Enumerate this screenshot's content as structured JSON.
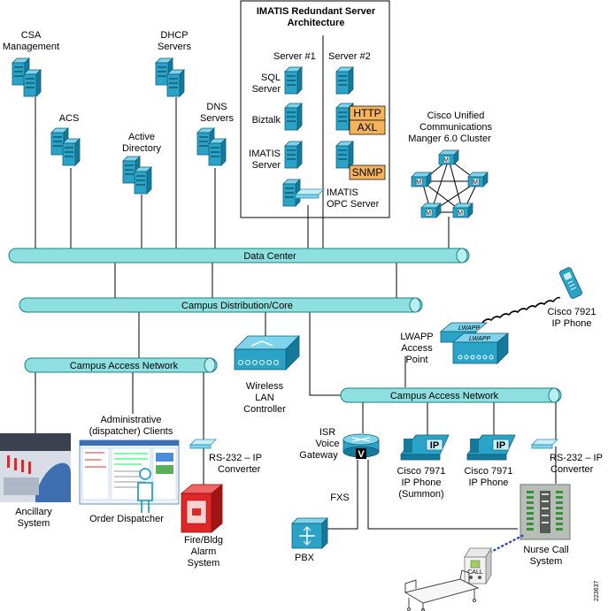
{
  "colors": {
    "bus_fill": "#8ee0e0",
    "bus_stroke": "#1a7f86",
    "device_fill": "#2aa3c6",
    "device_dark": "#157a99",
    "service_tag": "#f3b35a",
    "link": "#000000",
    "wireless_link": "#1f3fbf"
  },
  "labels": {
    "csa": [
      "CSA",
      "Management"
    ],
    "dhcp": [
      "DHCP",
      "Servers"
    ],
    "acs": "ACS",
    "ad": [
      "Active",
      "Directory"
    ],
    "dns": [
      "DNS",
      "Servers"
    ],
    "imatis_title": [
      "IMATIS Redundant Server",
      "Architecture"
    ],
    "server1": "Server #1",
    "server2": "Server #2",
    "sql": [
      "SQL",
      "Server"
    ],
    "biztalk": "Biztalk",
    "imatis_server": [
      "IMATIS",
      "Server"
    ],
    "imatis_opc": [
      "IMATIS",
      "OPC Server"
    ],
    "http": "HTTP",
    "axl": "AXL",
    "snmp": "SNMP",
    "cucm": [
      "Cisco Unified",
      "Communications",
      "Manger 6.0 Cluster"
    ],
    "cucm_node": "M",
    "data_center": "Data Center",
    "campus_dist": "Campus Distribution/Core",
    "campus_access_left": "Campus Access Network",
    "campus_access_right": "Campus Access Network",
    "wlc": [
      "Wireless",
      "LAN",
      "Controller"
    ],
    "lwapp_ap": [
      "LWAPP",
      "Access",
      "Point"
    ],
    "lwapp_tag": "LWAPP",
    "cisco7921": [
      "Cisco 7921",
      "IP Phone"
    ],
    "admin_clients": [
      "Administrative",
      "(dispatcher) Clients"
    ],
    "ancillary": [
      "Ancillary",
      "System"
    ],
    "order_dispatcher": "Order Dispatcher",
    "rs232_left": [
      "RS-232 – IP",
      "Converter"
    ],
    "fire_alarm": [
      "Fire/Bldg",
      "Alarm",
      "System"
    ],
    "isr": [
      "ISR",
      "Voice",
      "Gateway"
    ],
    "isr_tag": "V",
    "fxs": "FXS",
    "pbx": "PBX",
    "cisco7971_summon": [
      "Cisco 7971",
      "IP Phone",
      "(Summon)"
    ],
    "cisco7971": [
      "Cisco 7971",
      "IP Phone"
    ],
    "phone_tag": "IP",
    "rs232_right": [
      "RS-232 – IP",
      "Converter"
    ],
    "nurse_call": [
      "Nurse Call",
      "System"
    ],
    "nurse_call_tag": "CALL",
    "figure_id": "223637"
  }
}
